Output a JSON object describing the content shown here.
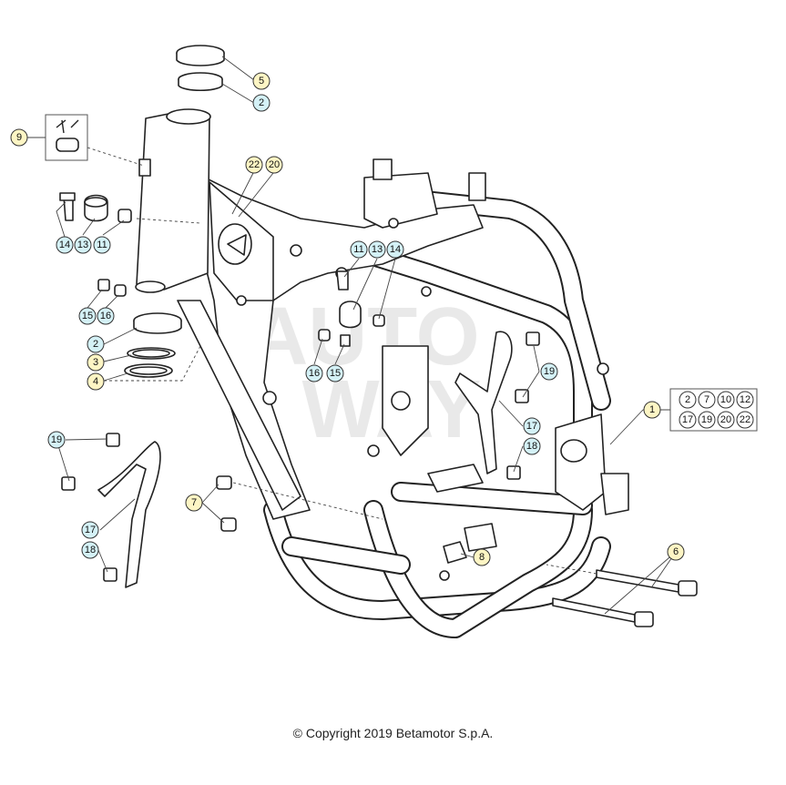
{
  "copyright": "© Copyright 2019 Betamotor S.p.A.",
  "watermark": {
    "lines": [
      "AUTO",
      "WAY"
    ]
  },
  "colors": {
    "callout_yellow": "#fdf5c4",
    "callout_cyan": "#d4f1f6",
    "callout_plain": "#ffffff",
    "line": "#222222"
  },
  "callouts": {
    "c5": "5",
    "c2_top": "2",
    "c9": "9",
    "c22_top": "22",
    "c20_top": "20",
    "c14_left": "14",
    "c13_left": "13",
    "c11_left": "11",
    "c11_mid": "11",
    "c13_mid": "13",
    "c14_mid": "14",
    "c15_left": "15",
    "c16_left": "16",
    "c2_mid": "2",
    "c3": "3",
    "c4": "4",
    "c16_mid": "16",
    "c15_mid": "15",
    "c19_right": "19",
    "c17_right": "17",
    "c18_right": "18",
    "c1": "1",
    "c19_left": "19",
    "c17_left": "17",
    "c18_left": "18",
    "c7": "7",
    "c8": "8",
    "c6": "6"
  },
  "group_1": [
    "2",
    "7",
    "10",
    "12",
    "17",
    "19",
    "20",
    "22"
  ],
  "icons": [
    "frame-drawing",
    "steering-bearing",
    "key-lock",
    "bolt",
    "nut",
    "bracket",
    "long-bolt"
  ]
}
